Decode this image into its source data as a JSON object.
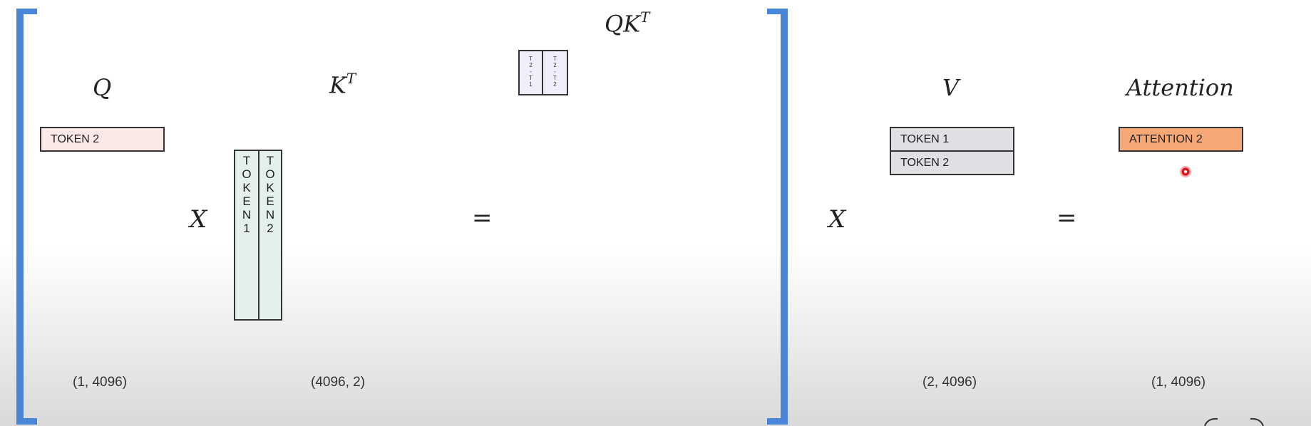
{
  "labels": {
    "q": "Q",
    "kt_base": "K",
    "kt_sup": "T",
    "qkt_base": "QK",
    "qkt_sup": "T",
    "v": "V",
    "attention": "Attention"
  },
  "operators": {
    "multiply_1": "X",
    "equals_1": "=",
    "multiply_2": "X",
    "equals_2": "="
  },
  "q_matrix": {
    "rows": [
      "TOKEN 2"
    ],
    "shape": "(1, 4096)"
  },
  "kt_matrix": {
    "columns": [
      "TOKEN1",
      "TOKEN2"
    ],
    "shape": "(4096, 2)"
  },
  "qkt_matrix": {
    "cells": [
      "T2-T1",
      "T2-T2"
    ]
  },
  "v_matrix": {
    "rows": [
      "TOKEN 1",
      "TOKEN 2"
    ],
    "shape": "(2, 4096)"
  },
  "attention_matrix": {
    "rows": [
      "ATTENTION 2"
    ],
    "shape": "(1, 4096)"
  },
  "colors": {
    "bracket": "#4a86d8",
    "q_fill": "#fbe9e7",
    "kt_fill": "#e3f0ec",
    "qkt_fill": "#f1eefb",
    "v_fill": "#e2dfe4",
    "attention_fill": "#f7a877",
    "cursor": "#e0101a"
  }
}
